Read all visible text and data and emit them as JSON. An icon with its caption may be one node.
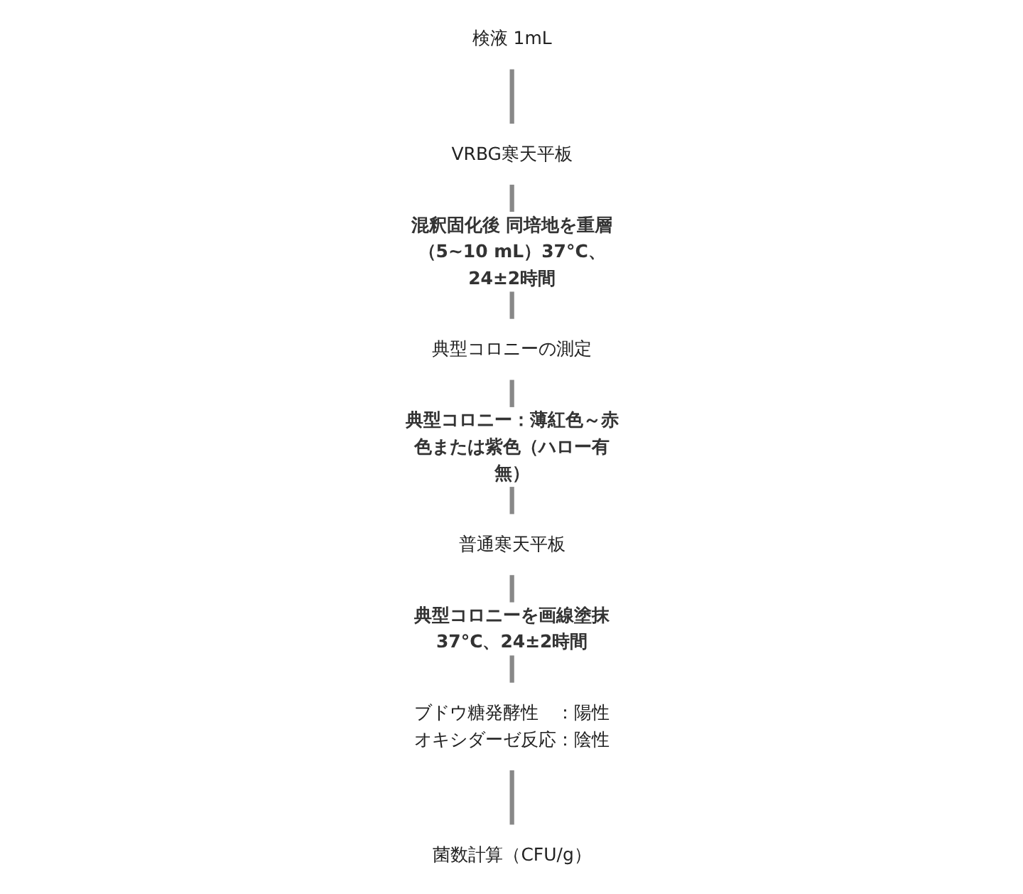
{
  "diagram": {
    "nodes": [
      {
        "text": [
          "検液 1mL"
        ]
      },
      {
        "text": [
          "VRBG寒天平板"
        ]
      },
      {
        "text": [
          "典型コロニーの測定"
        ]
      },
      {
        "text": [
          "普通寒天平板"
        ]
      },
      {
        "text": [
          "ブドウ糖発酵性　：陽性",
          "オキシダーゼ反応：陰性"
        ]
      },
      {
        "text": [
          "菌数計算（CFU/g）"
        ]
      }
    ],
    "edges": [
      {
        "from": 0,
        "to": 1,
        "arrow": "none"
      },
      {
        "from": 1,
        "to": 2,
        "arrow": "none",
        "label": "混釈固化後 同培地を重層（5~10 mL）37°C、24±2時間"
      },
      {
        "from": 2,
        "to": 3,
        "arrow": "none",
        "label": "典型コロニー：薄紅色～赤色または紫色（ハロー有無）"
      },
      {
        "from": 3,
        "to": 4,
        "arrow": "none",
        "label": "典型コロニーを画線塗抹37°C、24±2時間"
      },
      {
        "from": 4,
        "to": 5,
        "arrow": "none"
      }
    ]
  }
}
